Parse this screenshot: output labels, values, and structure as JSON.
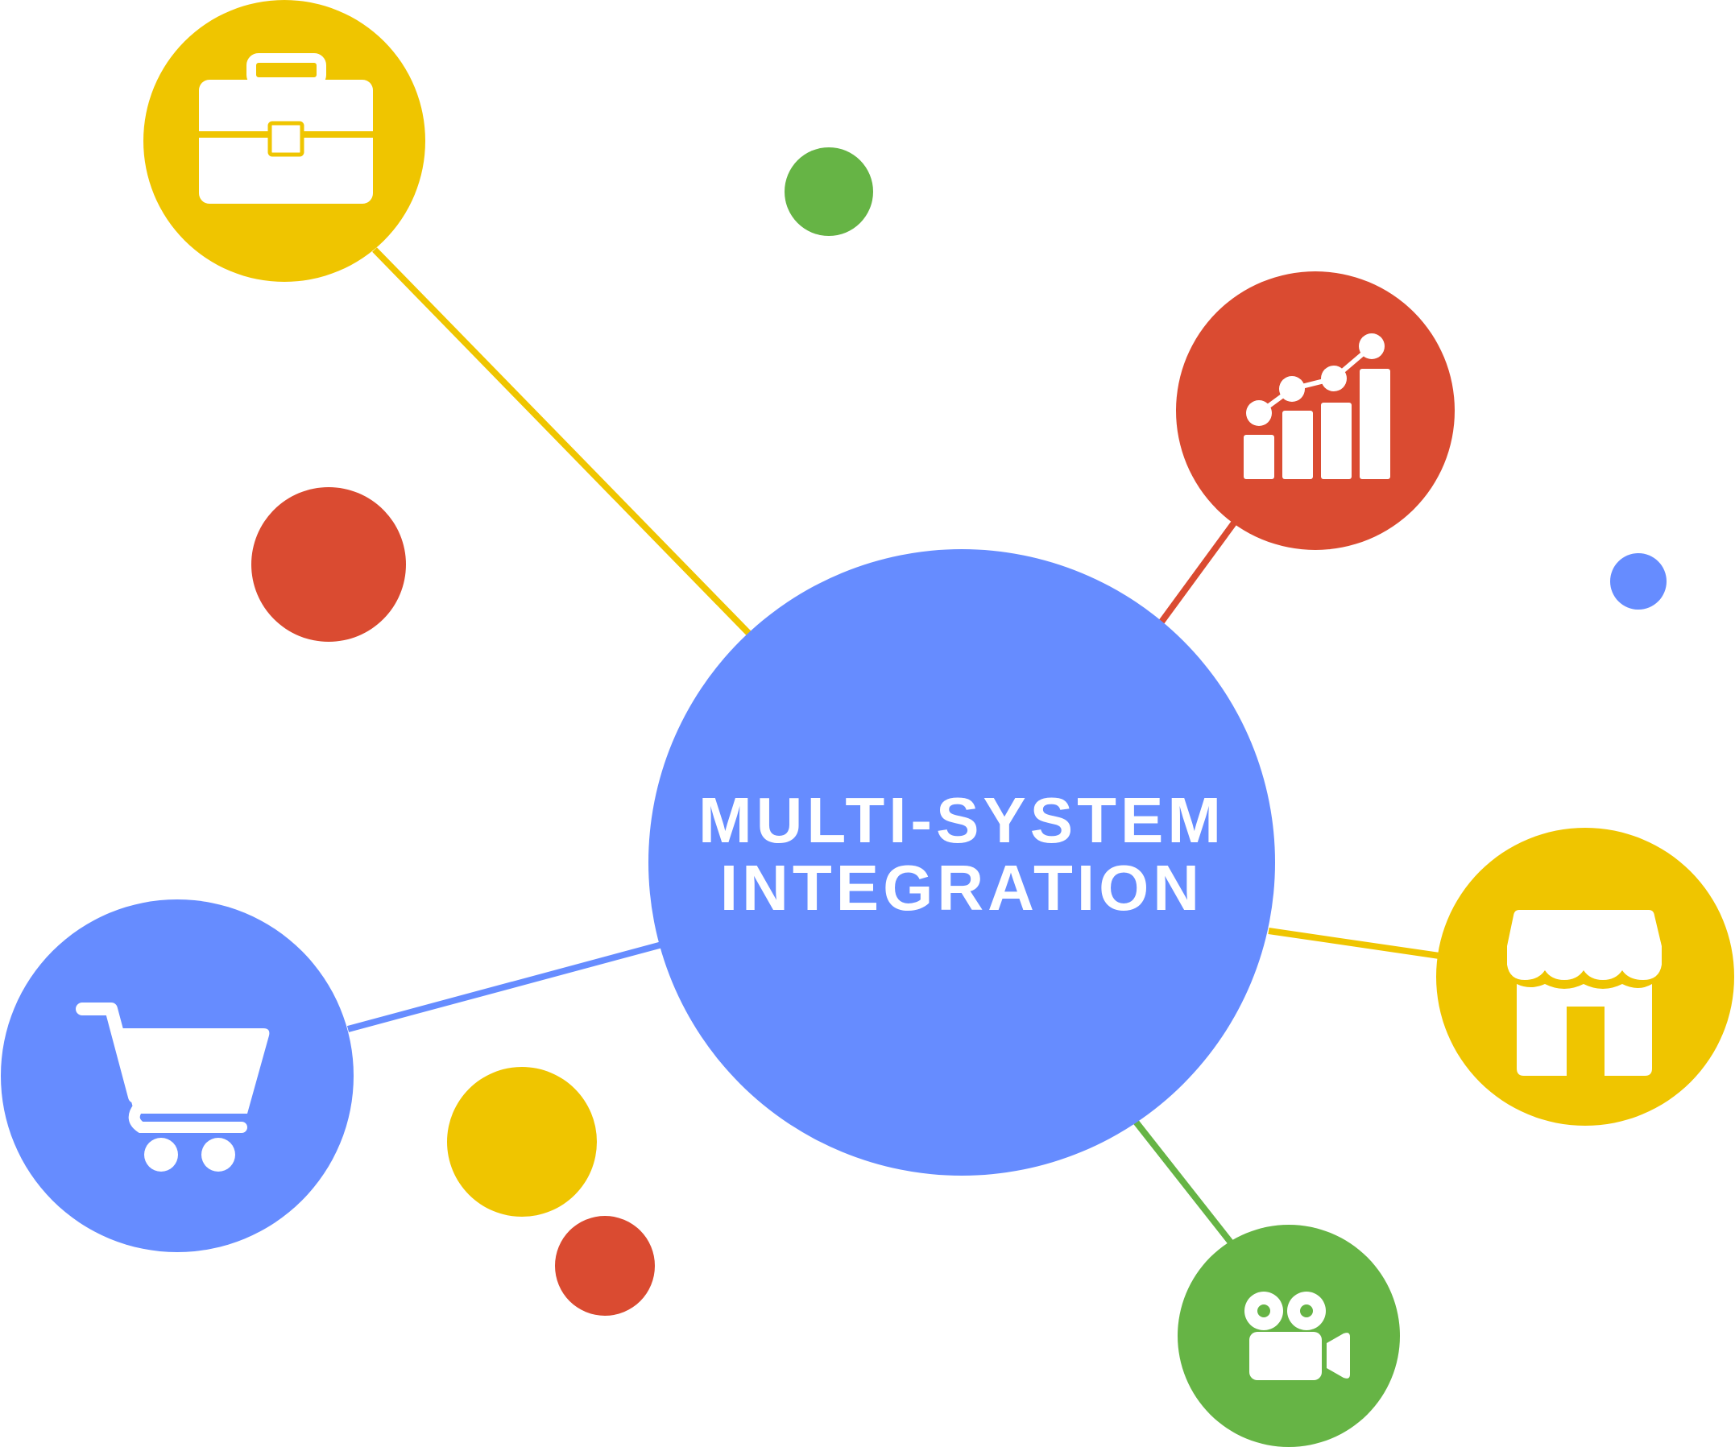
{
  "title": {
    "line1": "MULTI-SYSTEM",
    "line2": "INTEGRATION"
  },
  "colors": {
    "blue": "#668cff",
    "yellow": "#efc500",
    "red": "#da4b31",
    "green": "#66b445",
    "icon": "#ffffff",
    "background": "#ffffff"
  },
  "nodes": [
    {
      "name": "center-hub",
      "color": "blue"
    },
    {
      "name": "briefcase-node",
      "icon": "briefcase-icon",
      "color": "yellow"
    },
    {
      "name": "analytics-node",
      "icon": "growth-chart-icon",
      "color": "red"
    },
    {
      "name": "storefront-node",
      "icon": "storefront-icon",
      "color": "yellow"
    },
    {
      "name": "video-node",
      "icon": "video-camera-icon",
      "color": "green"
    },
    {
      "name": "shopping-cart-node",
      "icon": "shopping-cart-icon",
      "color": "blue"
    }
  ],
  "decorative_dots": [
    "green",
    "red",
    "blue",
    "yellow",
    "red"
  ]
}
